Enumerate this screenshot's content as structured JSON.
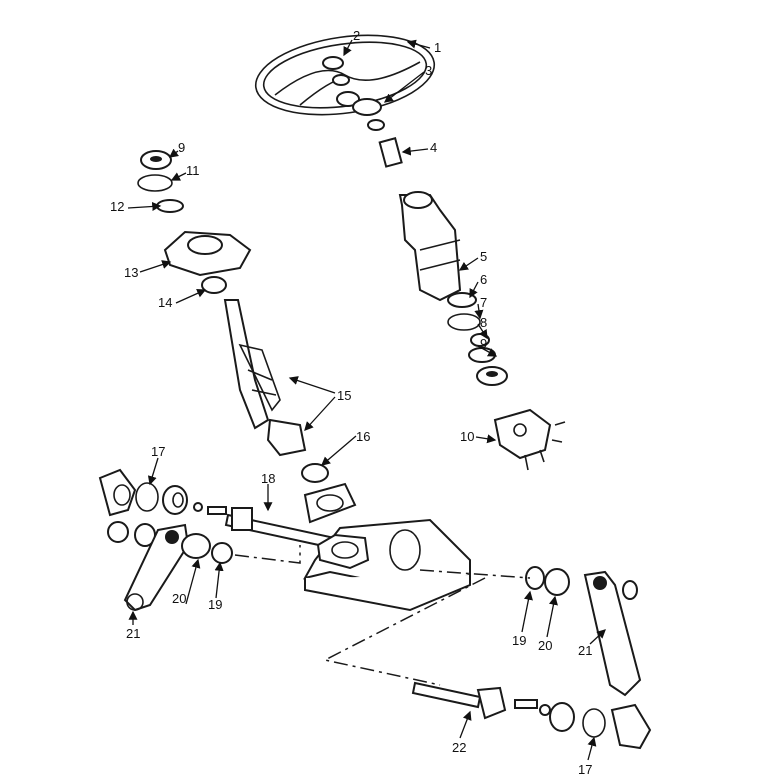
{
  "diagram": {
    "type": "exploded parts diagram",
    "callouts": [
      "1",
      "2",
      "3",
      "4",
      "5",
      "6",
      "7",
      "8",
      "9",
      "9",
      "11",
      "12",
      "13",
      "14",
      "15",
      "16",
      "10",
      "17",
      "18",
      "19",
      "20",
      "21",
      "19",
      "20",
      "21",
      "22",
      "17"
    ]
  }
}
